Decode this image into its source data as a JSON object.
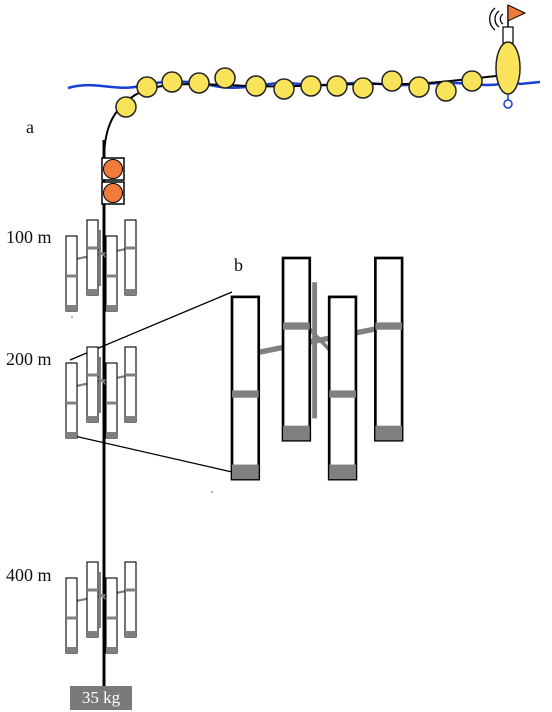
{
  "panel_labels": {
    "a": "a",
    "b": "b"
  },
  "depth_labels": [
    "100 m",
    "200 m",
    "400 m"
  ],
  "weight_label": "35 kg",
  "colors": {
    "water_line": "#1a3fd6",
    "float": "#f9e35a",
    "float_outline": "#222222",
    "buoy": "#f9e35a",
    "flag": "#f07a3a",
    "subsurface_float": "#f07a3a",
    "mooring_line": "#000000",
    "trap_outline": "#000000",
    "trap_band": "#808080",
    "frame": "#808080",
    "weight": "#7a7a7a"
  },
  "icons": [
    "antenna-signal-icon",
    "flag-icon"
  ]
}
